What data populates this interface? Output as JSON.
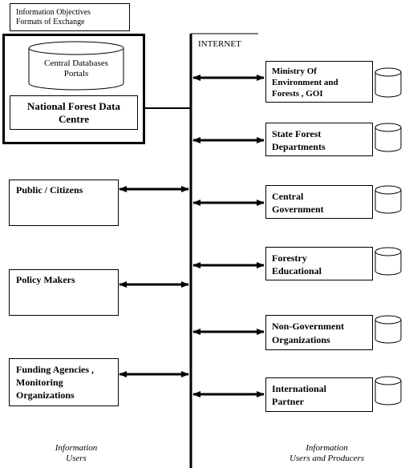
{
  "legend": {
    "line1": "Information Objectives",
    "line2": "Formats of Exchange"
  },
  "hub": {
    "databases_label": "Central Databases\nPortals",
    "title": "National Forest Data\nCentre"
  },
  "internet_label": "INTERNET",
  "users": [
    {
      "label": "Public / Citizens"
    },
    {
      "label": "Policy Makers"
    },
    {
      "label": "Funding Agencies ,\nMonitoring\nOrganizations"
    }
  ],
  "producers": [
    {
      "label": "Ministry Of\nEnvironment and\nForests , GOI"
    },
    {
      "label": "State Forest\nDepartments"
    },
    {
      "label": "Central\nGovernment"
    },
    {
      "label": "Forestry\nEducational"
    },
    {
      "label": "Non-Government\nOrganizations"
    },
    {
      "label": "International\nPartner"
    }
  ],
  "footer": {
    "left": "Information\nUsers",
    "right": "Information\nUsers and Producers"
  }
}
